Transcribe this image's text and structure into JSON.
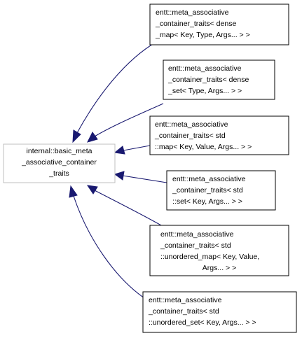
{
  "diagram": {
    "base": {
      "lines": [
        "internal::basic_meta",
        "_associative_container",
        "_traits"
      ]
    },
    "derived": [
      {
        "lines": [
          "entt::meta_associative",
          "_container_traits< dense",
          "_map< Key, Type, Args... > >"
        ]
      },
      {
        "lines": [
          "entt::meta_associative",
          "_container_traits< dense",
          "_set< Type, Args... > >"
        ]
      },
      {
        "lines": [
          "entt::meta_associative",
          "_container_traits< std",
          "::map< Key, Value, Args... > >"
        ]
      },
      {
        "lines": [
          "entt::meta_associative",
          "_container_traits< std",
          "::set< Key, Args... > >"
        ]
      },
      {
        "lines": [
          "entt::meta_associative",
          "_container_traits< std",
          "::unordered_map< Key, Value,",
          "Args... > >"
        ]
      },
      {
        "lines": [
          "entt::meta_associative",
          "_container_traits< std",
          "::unordered_set< Key, Args... > >"
        ]
      }
    ],
    "colors": {
      "edge": "#191970",
      "base_border": "#bfbfbf",
      "node_border": "#000000"
    }
  }
}
